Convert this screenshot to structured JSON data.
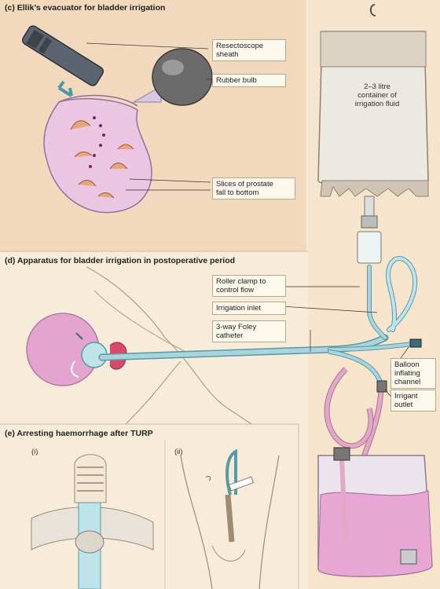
{
  "sections": {
    "c": {
      "title": "(c) Ellik’s evacuator for bladder irrigation",
      "labels": {
        "sheath": "Resectoscope\nsheath",
        "bulb": "Rubber bulb",
        "slices": "Slices of prostate\nfall to bottom"
      }
    },
    "d": {
      "title": "(d) Apparatus for bladder irrigation in postoperative period",
      "labels": {
        "container": "2–3 litre\ncontainer of\nirrigation fluid",
        "roller": "Roller clamp to\ncontrol flow",
        "inlet": "Irrigation inlet",
        "foley": "3-way Foley\ncatheter",
        "balloon": "Balloon\ninflating\nchannel",
        "outlet": "Irrigant\noutlet"
      }
    },
    "e": {
      "title": "(e) Arresting haemorrhage after TURP",
      "sub_i": "(i)",
      "sub_ii": "(ii)"
    }
  },
  "colors": {
    "background": "#f6ecd9",
    "panel": "#f2d9bd",
    "tube_blue": "#a9d4dc",
    "tube_pink": "#e3a8c8",
    "bladder_pink": "#e5a3d0",
    "rubber_bulb": "#6b6b6b"
  }
}
